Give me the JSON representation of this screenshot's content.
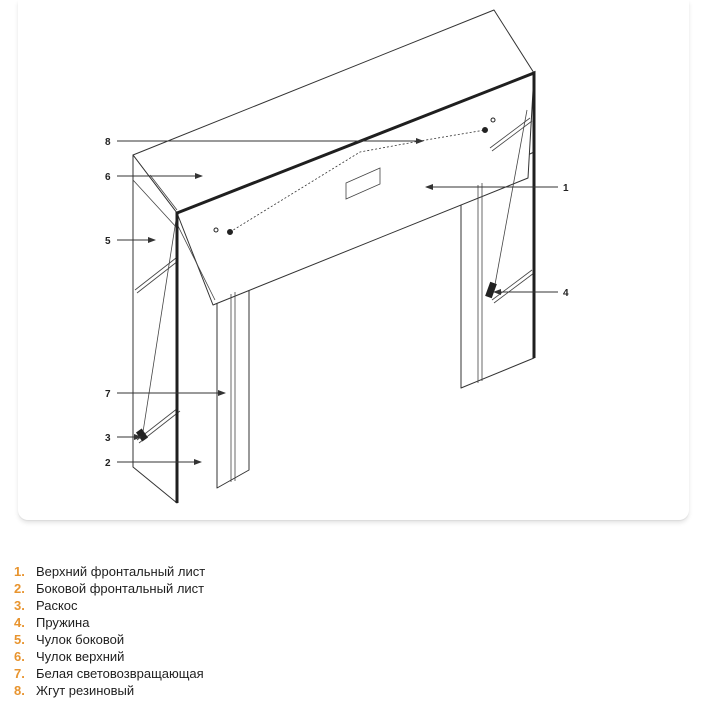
{
  "colors": {
    "accent": "#e8942e",
    "line": "#333333",
    "frame": "#2a2a2a"
  },
  "callouts": [
    "1",
    "2",
    "3",
    "4",
    "5",
    "6",
    "7",
    "8"
  ],
  "legend": [
    {
      "num": "1.",
      "text": "Верхний фронтальный лист"
    },
    {
      "num": "2.",
      "text": "Боковой фронтальный лист"
    },
    {
      "num": "3.",
      "text": "Раскос"
    },
    {
      "num": "4.",
      "text": "Пружина"
    },
    {
      "num": "5.",
      "text": "Чулок боковой"
    },
    {
      "num": "6.",
      "text": "Чулок верхний"
    },
    {
      "num": "7.",
      "text": "Белая световозвращающая"
    },
    {
      "num": "8.",
      "text": "Жгут резиновый"
    }
  ]
}
